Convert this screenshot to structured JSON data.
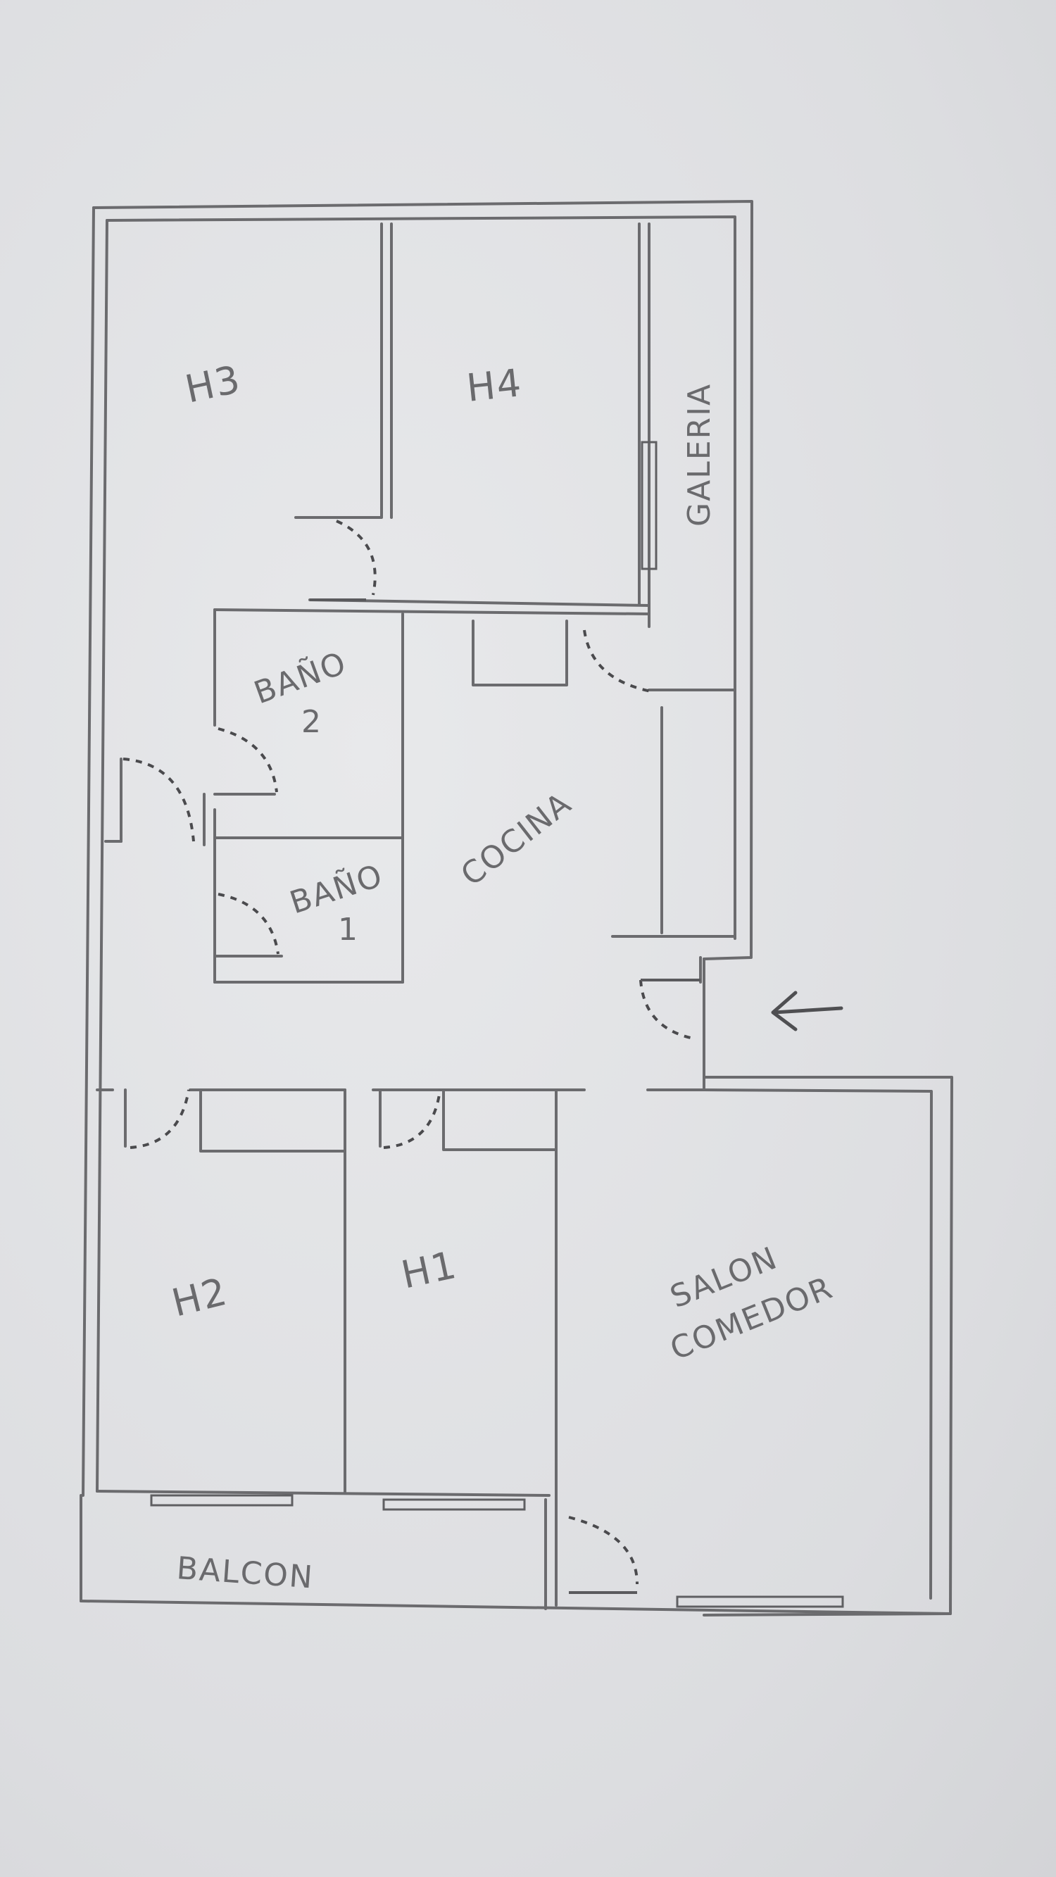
{
  "plan": {
    "rooms": {
      "h3": "H3",
      "h4": "H4",
      "galeria": "GALERIA",
      "bano2_line1": "BAÑO",
      "bano2_line2": "2",
      "bano1_line1": "BAÑO",
      "bano1_line2": "1",
      "cocina": "COCINA",
      "h2": "H2",
      "h1": "H1",
      "salon_line1": "SALON",
      "salon_line2": "COMEDOR",
      "balcon": "BALCON"
    },
    "entrance_icon": "arrow-left-icon",
    "ink_color": "#6b6b6e",
    "paper_color": "#e2e3e5"
  }
}
